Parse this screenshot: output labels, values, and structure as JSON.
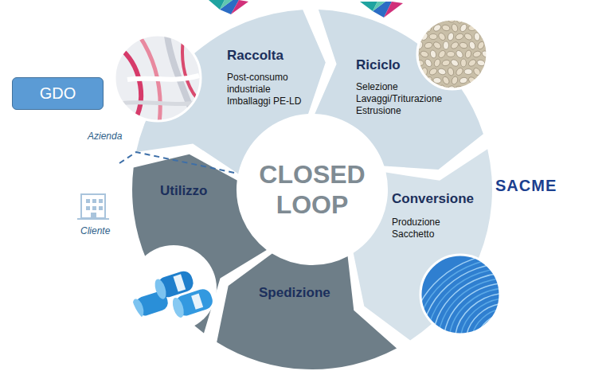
{
  "diagram": {
    "nodes": [
      {
        "text": [
          "GDO"
        ]
      },
      {
        "text": [
          "Raccolta",
          "Post-consumo industriale",
          "Imballaggi PE-LD"
        ]
      },
      {
        "text": [
          "Riciclo",
          "Selezione",
          "Lavaggi/Triturazione",
          "Estrusione"
        ]
      },
      {
        "text": [
          "Conversione",
          "Produzione Sacchetto"
        ]
      },
      {
        "text": [
          "Spedizione"
        ]
      },
      {
        "text": [
          "Utilizzo"
        ]
      },
      {
        "text": [
          "CLOSED LOOP"
        ]
      }
    ],
    "labels": [
      "Azienda",
      "Cliente",
      "SACME"
    ]
  }
}
